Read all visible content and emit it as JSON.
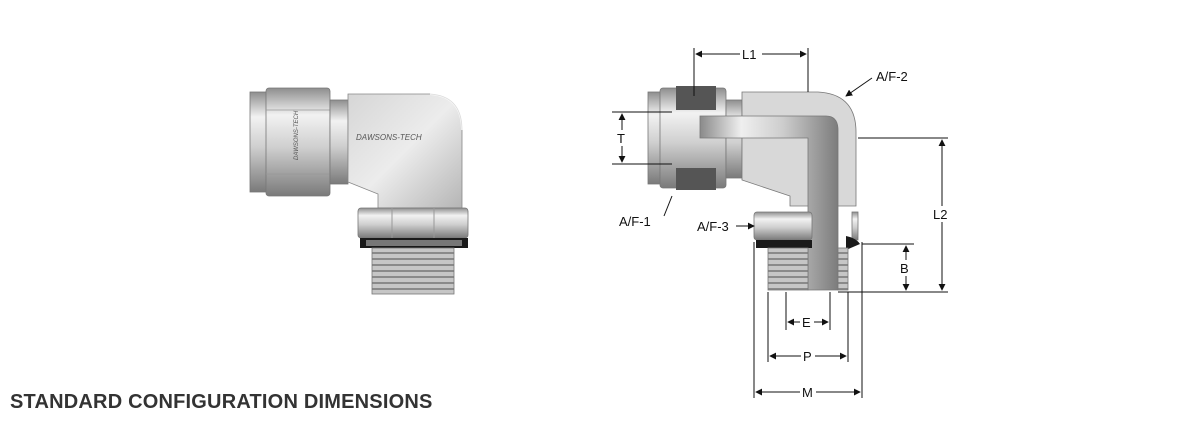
{
  "heading": "STANDARD CONFIGURATION DIMENSIONS",
  "product_view": {
    "brand_on_body": "DAWSONS-TECH",
    "brand_on_nut": "DAWSONS-TECH"
  },
  "dimensions": {
    "L1": "L1",
    "L2": "L2",
    "T": "T",
    "B": "B",
    "E": "E",
    "P": "P",
    "M": "M",
    "AF1": "A/F-1",
    "AF2": "A/F-2",
    "AF3": "A/F-3"
  },
  "colors": {
    "metal_light": "#e6e6e6",
    "metal_mid": "#c2c2c2",
    "metal_dark": "#8d8d8d",
    "section": "#d8d8d8",
    "oring": "#1a1a1a",
    "dim_line": "#111111"
  }
}
